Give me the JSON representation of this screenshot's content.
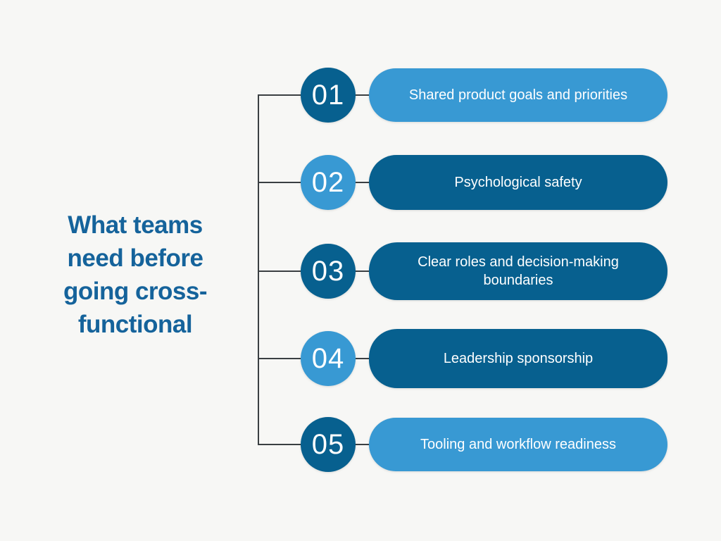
{
  "title": "What teams need before going cross-functional",
  "palette": {
    "background": "#f7f7f5",
    "dark_blue": "#07608f",
    "light_blue": "#3899d3",
    "title_text": "#15639b",
    "item_text": "#ffffff",
    "connector": "#3a3f42"
  },
  "items": [
    {
      "number": "01",
      "label": "Shared product goals and priorities",
      "circle_variant": "dark",
      "pill_variant": "light"
    },
    {
      "number": "02",
      "label": "Psychological safety",
      "circle_variant": "light",
      "pill_variant": "dark"
    },
    {
      "number": "03",
      "label": "Clear roles and decision-making boundaries",
      "circle_variant": "dark",
      "pill_variant": "dark"
    },
    {
      "number": "04",
      "label": "Leadership sponsorship",
      "circle_variant": "light",
      "pill_variant": "dark"
    },
    {
      "number": "05",
      "label": "Tooling and workflow readiness",
      "circle_variant": "dark",
      "pill_variant": "light"
    }
  ]
}
